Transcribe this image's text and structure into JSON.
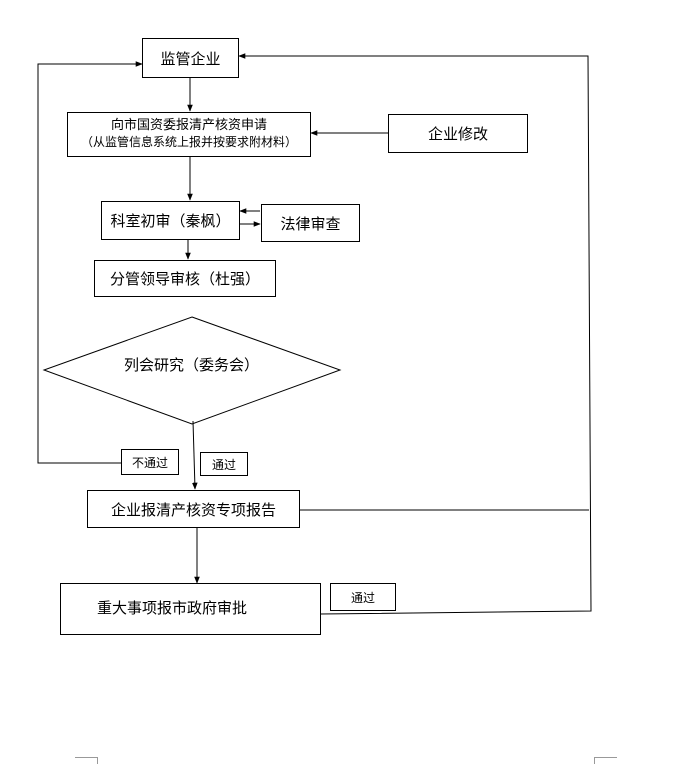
{
  "nodes": {
    "start": "监管企业",
    "apply_line1": "向市国资委报清产核资申请",
    "apply_line2": "（从监管信息系统上报并按要求附材料）",
    "modify": "企业修改",
    "initial_review": "科室初审（秦枫）",
    "legal_review": "法律审查",
    "leader_review": "分管领导审核（杜强）",
    "decision": "列会研究（委务会）",
    "special_report": "企业报清产核资专项报告",
    "gov_approval": "重大事项报市政府审批"
  },
  "labels": {
    "fail": "不通过",
    "pass": "通过",
    "pass2": "通过"
  }
}
